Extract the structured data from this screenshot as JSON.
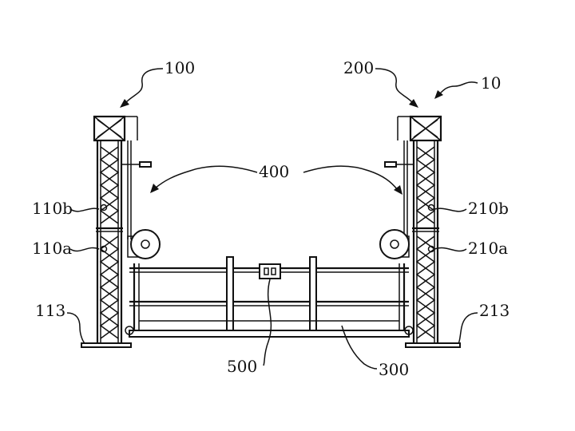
{
  "figure": {
    "labels": {
      "assembly": "10",
      "left_tower": "100",
      "right_tower": "200",
      "winches": "400",
      "left_upper_section": "110b",
      "left_lower_section": "110a",
      "left_base": "113",
      "right_upper_section": "210b",
      "right_lower_section": "210a",
      "right_base": "213",
      "control_box": "500",
      "platform": "300"
    }
  }
}
